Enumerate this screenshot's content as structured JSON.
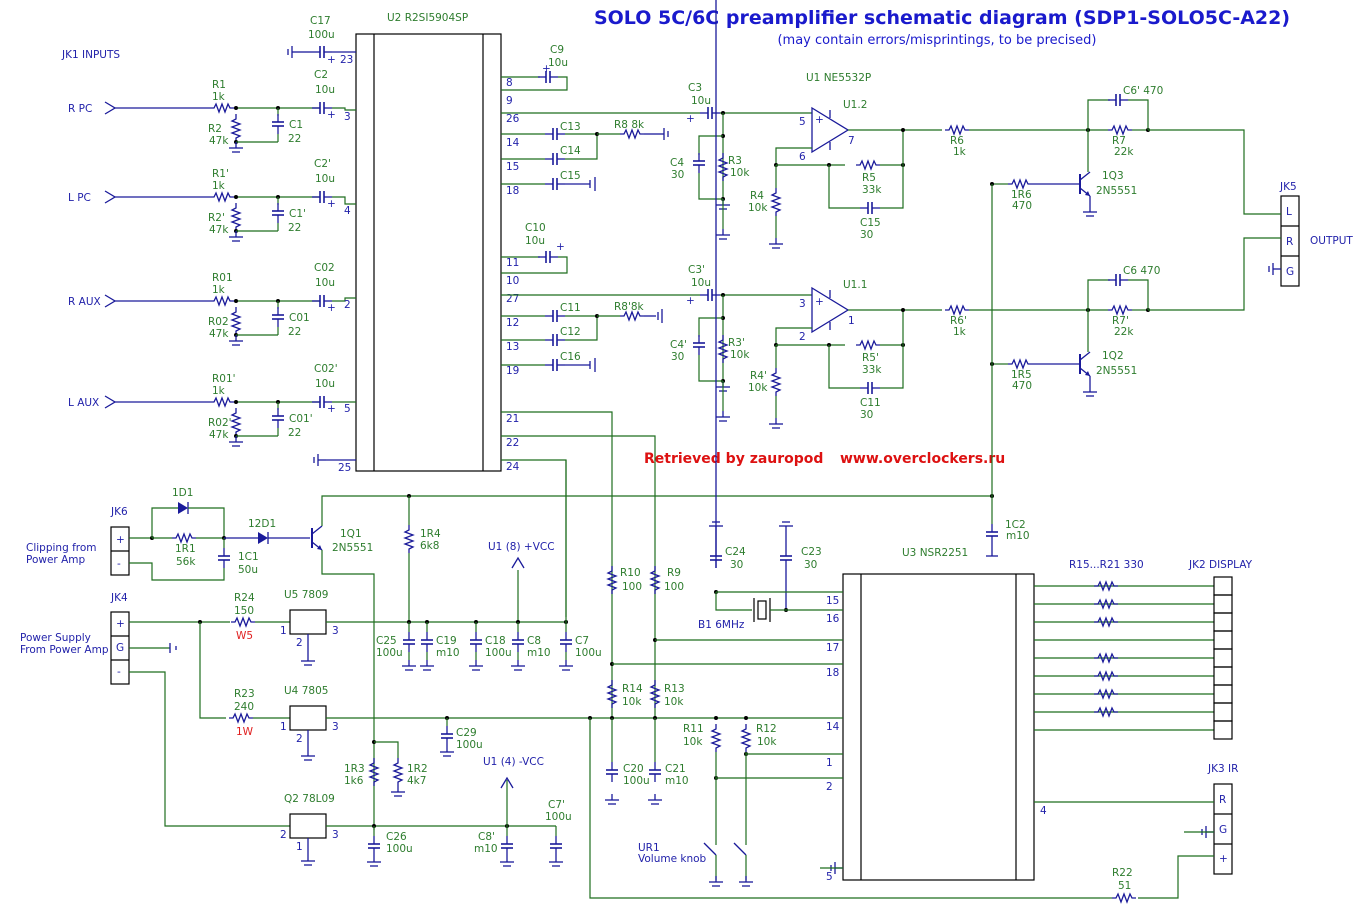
{
  "header": {
    "title": "SOLO 5C/6C preamplifier schematic diagram (SDP1-SOLO5C-A22)",
    "subtitle": "(may contain errors/misprintings, to be precised)"
  },
  "credit": {
    "retrieved_by": "Retrieved by zauropod",
    "url": "www.overclockers.ru"
  },
  "inputs": {
    "title": "JK1  INPUTS",
    "channels": [
      {
        "label": "R PC",
        "r_series": "R1",
        "r_series_val": "1k",
        "r_shunt": "R2",
        "r_shunt_val": "47k",
        "c_shunt": "C1",
        "c_shunt_val": "22",
        "c_couple": "C2",
        "c_couple_val": "10u",
        "pin": "3"
      },
      {
        "label": "L PC",
        "r_series": "R1'",
        "r_series_val": "1k",
        "r_shunt": "R2'",
        "r_shunt_val": "47k",
        "c_shunt": "C1'",
        "c_shunt_val": "22",
        "c_couple": "C2'",
        "c_couple_val": "10u",
        "pin": "4"
      },
      {
        "label": "R AUX",
        "r_series": "R01",
        "r_series_val": "1k",
        "r_shunt": "R02",
        "r_shunt_val": "47k",
        "c_shunt": "C01",
        "c_shunt_val": "22",
        "c_couple": "C02",
        "c_couple_val": "10u",
        "pin": "2"
      },
      {
        "label": "L AUX",
        "r_series": "R01'",
        "r_series_val": "1k",
        "r_shunt": "R02'",
        "r_shunt_val": "47k",
        "c_shunt": "C01'",
        "c_shunt_val": "22",
        "c_couple": "C02'",
        "c_couple_val": "10u",
        "pin": "5"
      }
    ],
    "c17": {
      "name": "C17",
      "value": "100u",
      "pin": "23"
    },
    "pin25": "25"
  },
  "u2": {
    "name": "U2 R2SI5904SP",
    "right_pins": [
      "8",
      "9",
      "26",
      "14",
      "15",
      "18",
      "11",
      "10",
      "27",
      "12",
      "13",
      "19",
      "21",
      "22",
      "24"
    ],
    "c9": {
      "name": "C9",
      "value": "10u"
    },
    "c10": {
      "name": "C10",
      "value": "10u"
    },
    "c13": "C13",
    "c14": "C14",
    "c15": "C15",
    "c11": "C11",
    "c12": "C12",
    "c16": "C16",
    "r8": "R8 8k",
    "r8p": "R8'8k"
  },
  "opamp": {
    "chip": "U1 NE5532P",
    "upper": {
      "name": "U1.2",
      "pin_plus": "5",
      "pin_minus": "6",
      "pin_out": "7",
      "c3": "C3",
      "c3_val": "10u",
      "c4": "C4",
      "c4_val": "30",
      "r3": "R3",
      "r3_val": "10k",
      "r4": "R4",
      "r4_val": "10k",
      "r5": "R5",
      "r5_val": "33k",
      "cf": "C15",
      "cf_val": "30"
    },
    "lower": {
      "name": "U1.1",
      "pin_plus": "3",
      "pin_minus": "2",
      "pin_out": "1",
      "c3": "C3'",
      "c3_val": "10u",
      "c4": "C4'",
      "c4_val": "30",
      "r3": "R3'",
      "r3_val": "10k",
      "r4": "R4'",
      "r4_val": "10k",
      "r5": "R5'",
      "r5_val": "33k",
      "cf": "C11",
      "cf_val": "30"
    }
  },
  "output_stage": {
    "upper": {
      "r6": "R6",
      "r6_val": "1k",
      "r7": "R7",
      "r7_val": "22k",
      "c6": "C6' 470",
      "rb": "1R6",
      "rb_val": "470",
      "q": "1Q3",
      "q_type": "2N5551"
    },
    "lower": {
      "r6": "R6'",
      "r6_val": "1k",
      "r7": "R7'",
      "r7_val": "22k",
      "c6": "C6 470",
      "rb": "1R5",
      "rb_val": "470",
      "q": "1Q2",
      "q_type": "2N5551"
    },
    "jk5": {
      "name": "JK5",
      "pins": [
        "L",
        "R",
        "G"
      ],
      "label": "OUTPUT"
    }
  },
  "clipping": {
    "jk6": {
      "name": "JK6",
      "pins": [
        "+",
        "-"
      ],
      "label_line1": "Clipping from",
      "label_line2": "Power Amp"
    },
    "d1": "1D1",
    "d2": "12D1",
    "r1": "1R1",
    "r1_val": "56k",
    "c1": "1C1",
    "c1_val": "50u",
    "q1": "1Q1",
    "q1_type": "2N5551",
    "r4": "1R4",
    "r4_val": "6k8",
    "c2": "1C2",
    "c2_val": "m10"
  },
  "power": {
    "jk4": {
      "name": "JK4",
      "pins": [
        "+",
        "G",
        "-"
      ],
      "label_line1": "Power Supply",
      "label_line2": "From Power Amp"
    },
    "r24": "R24",
    "r24_val": "150",
    "r24_w": "W5",
    "u5": "U5 7809",
    "r23": "R23",
    "r23_val": "240",
    "r23_w": "1W",
    "u4": "U4 7805",
    "q2": "Q2 78L09",
    "reg_pins": [
      "1",
      "2",
      "3"
    ],
    "vcc_pos": "U1 (8) +VCC",
    "vcc_neg": "U1 (4) -VCC",
    "caps_pos": [
      {
        "name": "C25",
        "value": "100u"
      },
      {
        "name": "C19",
        "value": "m10"
      },
      {
        "name": "C18",
        "value": "100u"
      },
      {
        "name": "C8",
        "value": "m10"
      },
      {
        "name": "C7",
        "value": "100u"
      }
    ],
    "c29": {
      "name": "C29",
      "value": "100u"
    },
    "r3": "1R3",
    "r3_val": "1k6",
    "r2": "1R2",
    "r2_val": "4k7",
    "c26": {
      "name": "C26",
      "value": "100u"
    },
    "c8p": {
      "name": "C8'",
      "value": "m10"
    },
    "c7p": {
      "name": "C7'",
      "value": "100u"
    }
  },
  "u3": {
    "name": "U3 NSR2251",
    "left_pins": [
      "15",
      "16",
      "17",
      "18",
      "14",
      "1",
      "2",
      "5"
    ],
    "right_pin": "4",
    "r10": "R10",
    "r10_val": "100",
    "r9": "R9",
    "r9_val": "100",
    "r14": "R14",
    "r14_val": "10k",
    "r13": "R13",
    "r13_val": "10k",
    "c20": "C20",
    "c20_val": "100u",
    "c21": "C21",
    "c21_val": "m10",
    "r11": "R11",
    "r11_val": "10k",
    "r12": "R12",
    "r12_val": "10k",
    "c24": "C24",
    "c24_val": "30",
    "c23": "C23",
    "c23_val": "30",
    "crystal": "B1  6MHz",
    "ur1": "UR1",
    "ur1_desc": "Volume knob"
  },
  "display": {
    "resistors": "R15...R21  330",
    "jk2": "JK2  DISPLAY",
    "lines": 9
  },
  "ir": {
    "jk3": "JK3  IR",
    "pins": [
      "R",
      "G",
      "+"
    ],
    "r22": "R22",
    "r22_val": "51"
  }
}
